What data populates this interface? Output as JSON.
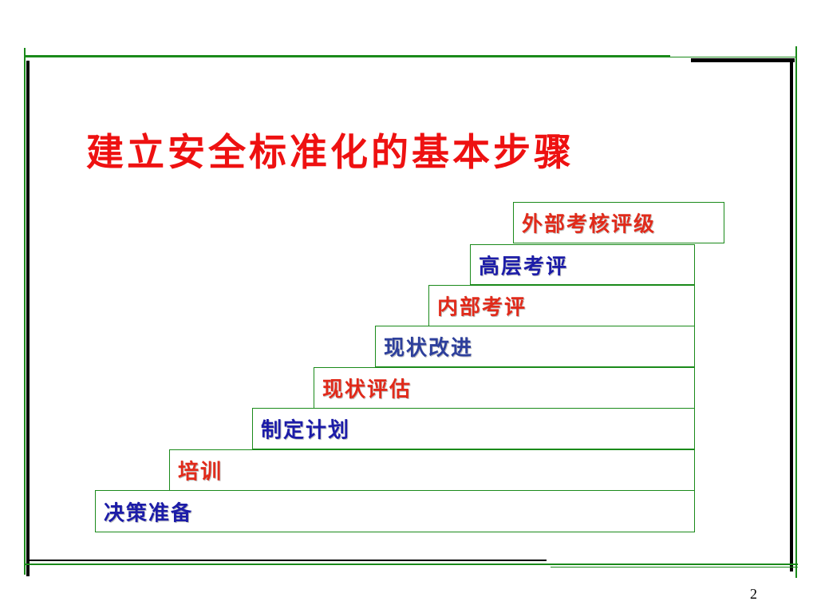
{
  "title": "建立安全标准化的基本步骤",
  "steps": [
    {
      "label": "决策准备",
      "color": "#1c1ca8"
    },
    {
      "label": "培训",
      "color": "#e12a1a"
    },
    {
      "label": "制定计划",
      "color": "#1c1ca8"
    },
    {
      "label": "现状评估",
      "color": "#e12a1a"
    },
    {
      "label": "现状改进",
      "color": "#2d3f9c"
    },
    {
      "label": "内部考评",
      "color": "#e12a1a"
    },
    {
      "label": "高层考评",
      "color": "#1c1ca8"
    },
    {
      "label": "外部考核评级",
      "color": "#e12a1a"
    }
  ],
  "page_number": "2",
  "colors": {
    "title": "#ee1111",
    "frame_green": "#1a8a1a",
    "frame_black": "#000000"
  }
}
